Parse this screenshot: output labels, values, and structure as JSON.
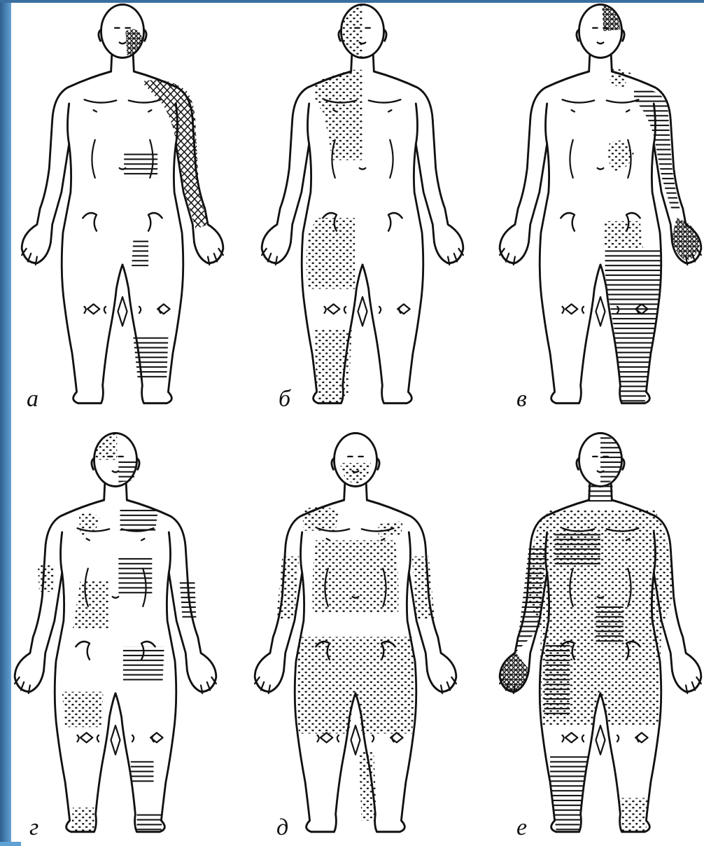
{
  "panels": [
    {
      "id": "a",
      "label": "а"
    },
    {
      "id": "b",
      "label": "б"
    },
    {
      "id": "v",
      "label": "в"
    },
    {
      "id": "g",
      "label": "г"
    },
    {
      "id": "d",
      "label": "д"
    },
    {
      "id": "e",
      "label": "е"
    }
  ]
}
